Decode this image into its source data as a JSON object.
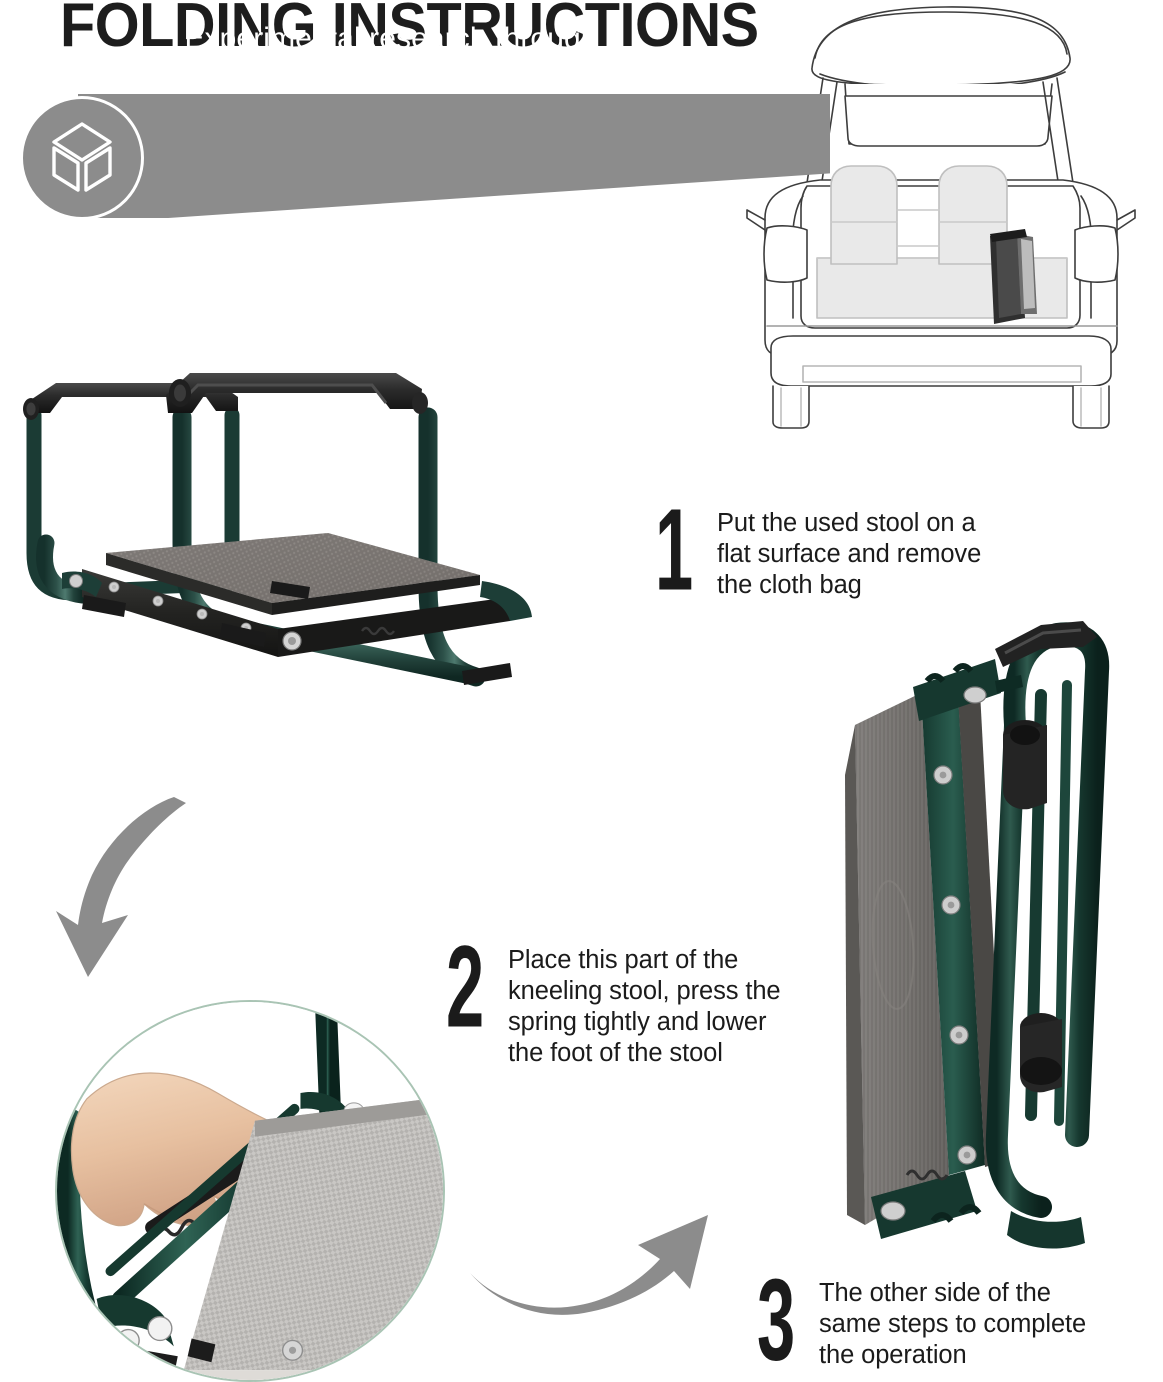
{
  "page": {
    "title": "FOLDING INSTRUCTIONS",
    "background_color": "#ffffff"
  },
  "banner": {
    "text": "Experimental research through artificial science",
    "line1": "Experimental research through",
    "line2": "artificial science",
    "background_color": "#8c8c8c",
    "text_color": "#ffffff",
    "icon": "cube-3d-icon"
  },
  "illustrations": {
    "car": {
      "name": "car-trunk-illustration",
      "description": "Line drawing of hatchback car rear with open trunk containing folded stool",
      "line_color": "#3c3c3c",
      "fill_color": "#e9e9e9"
    },
    "product_main": {
      "name": "kneeling-stool-open-photo",
      "frame_color": "#24413c",
      "grip_color": "#2b2b2b",
      "pad_color": "#7d7a78"
    },
    "product_folded": {
      "name": "kneeling-stool-folded-photo",
      "frame_color": "#1f4038",
      "pad_color": "#6e6b69"
    },
    "hand_inset": {
      "name": "hand-pressing-spring-photo",
      "ring_color": "#a9c4b4",
      "skin_color": "#e8c3a4",
      "frame_color": "#1f4038",
      "pad_color": "#c9c9c7"
    },
    "arrow_1": {
      "name": "curved-arrow-down-icon",
      "color": "#8c8c8c"
    },
    "arrow_2": {
      "name": "curved-arrow-up-right-icon",
      "color": "#8c8c8c"
    }
  },
  "steps": [
    {
      "number": "1",
      "line1": "Put the used stool on a",
      "line2": "flat surface and remove",
      "line3": "the cloth bag",
      "text": "Put the used stool on a flat surface and remove the cloth bag"
    },
    {
      "number": "2",
      "line1": "Place this part of the",
      "line2": "kneeling stool, press the",
      "line3": "spring tightly and lower",
      "line4": "the foot of the stool",
      "text": "Place this part of the kneeling stool, press the spring tightly and lower the foot of the stool"
    },
    {
      "number": "3",
      "line1": "The other side of the",
      "line2": "same steps to complete",
      "line3": "the operation",
      "text": "The other side of the same steps to complete the operation"
    }
  ]
}
